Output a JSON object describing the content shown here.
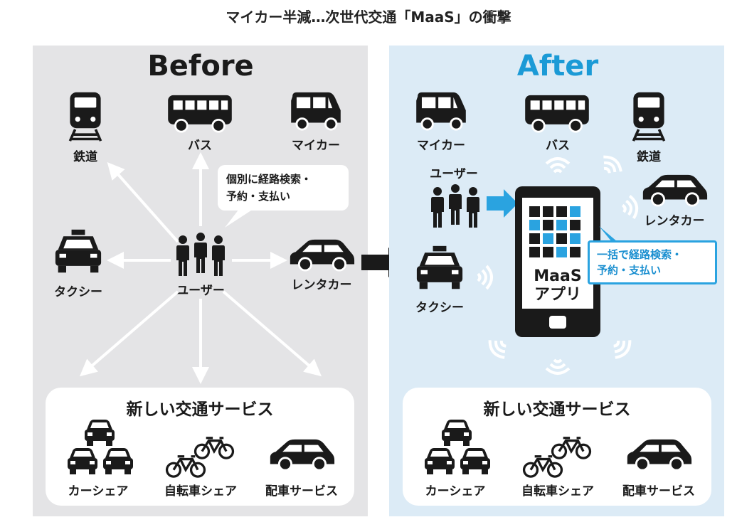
{
  "title": "マイカー半減…次世代交通「MaaS」の衝撃",
  "before": {
    "heading": "Before",
    "labels": {
      "railway": "鉄道",
      "bus": "バス",
      "mycar": "マイカー",
      "taxi": "タクシー",
      "rental": "レンタカー",
      "user": "ユーザー"
    },
    "bubble_line1": "個別に経路検索・",
    "bubble_line2": "予約・支払い",
    "services": {
      "title": "新しい交通サービス",
      "items": [
        "カーシェア",
        "自転車シェア",
        "配車サービス"
      ]
    }
  },
  "after": {
    "heading": "After",
    "labels": {
      "mycar": "マイカー",
      "bus": "バス",
      "railway": "鉄道",
      "user": "ユーザー",
      "rental": "レンタカー",
      "taxi": "タクシー"
    },
    "app_line1": "MaaS",
    "app_line2": "アプリ",
    "bubble_line1": "一括で経路検索・",
    "bubble_line2": "予約・支払い",
    "services": {
      "title": "新しい交通サービス",
      "items": [
        "カーシェア",
        "自転車シェア",
        "配車サービス"
      ]
    }
  },
  "colors": {
    "before_bg": "#e4e4e6",
    "after_bg": "#dcebf6",
    "accent_blue": "#2aa3e0",
    "after_heading": "#1b9ad6",
    "icon": "#1a1a1a"
  }
}
